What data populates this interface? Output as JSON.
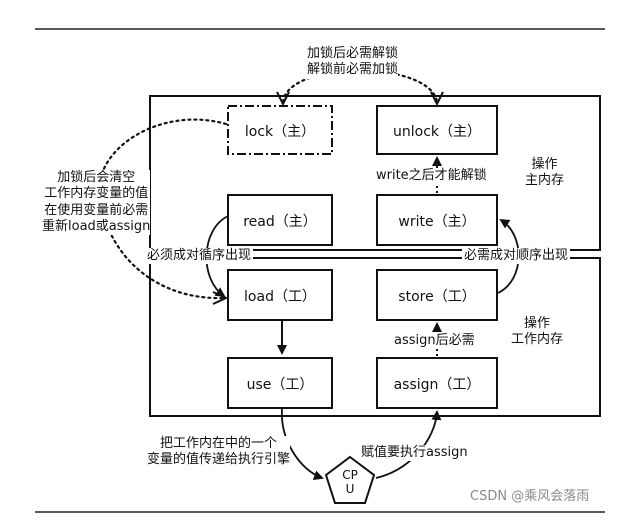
{
  "boxes": {
    "lock": "lock（主）",
    "unlock": "unlock（主）",
    "read": "read（主）",
    "write": "write（主）",
    "load": "load（工）",
    "store": "store（工）",
    "use": "use（工）",
    "assign": "assign（工）",
    "cpu_line1": "CP",
    "cpu_line2": "U"
  },
  "annotations": {
    "top_line1": "加锁后必需解锁",
    "top_line2": "解锁前必需加锁",
    "left_line1": "加锁后会清空",
    "left_line2": "工作内存变量的值",
    "left_line3": "在使用变量前必需",
    "left_line4": "重新load或assign",
    "write_unlock": "write之后才能解锁",
    "main_memory_line1": "操作",
    "main_memory_line2": "主内存",
    "pair_left": "必须成对循序出现",
    "pair_right": "必需成对顺序出现",
    "work_memory_line1": "操作",
    "work_memory_line2": "工作内存",
    "assign_store": "assign后必需",
    "use_line1": "把工作内在中的一个",
    "use_line2": "变量的值传递给执行引擎",
    "cpu_assign": "赋值要执行assign"
  },
  "watermark": "CSDN @乘风会落雨"
}
